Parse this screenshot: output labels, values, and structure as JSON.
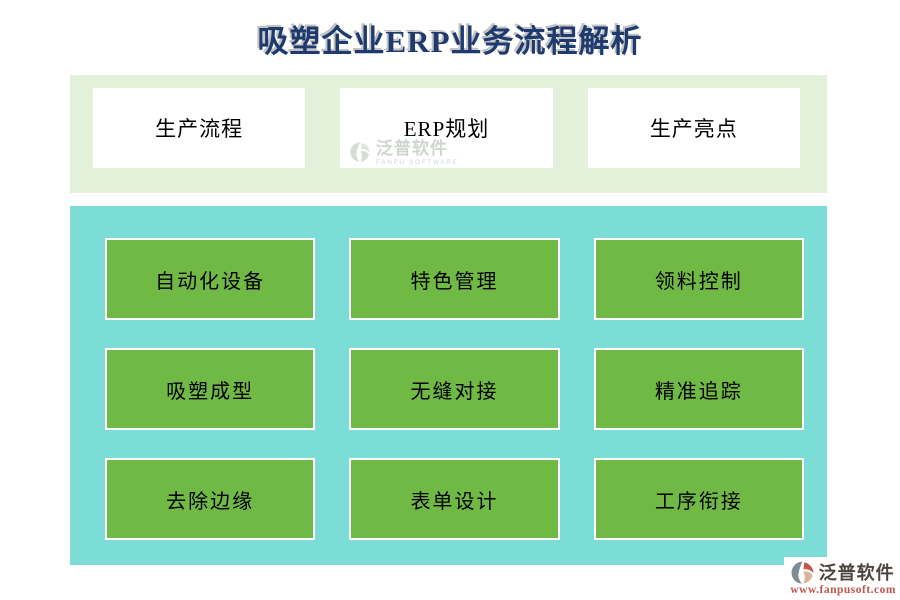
{
  "title": "吸塑企业ERP业务流程解析",
  "top_banner": {
    "items": [
      {
        "label": "生产流程"
      },
      {
        "label": "ERP规划"
      },
      {
        "label": "生产亮点"
      }
    ]
  },
  "watermark": {
    "name": "泛普软件",
    "subtitle": "FANPU SOFTWARE"
  },
  "main_grid": {
    "cells": [
      "自动化设备",
      "特色管理",
      "领料控制",
      "吸塑成型",
      "无缝对接",
      "精准追踪",
      "去除边缘",
      "表单设计",
      "工序衔接"
    ]
  },
  "footer_logo": {
    "name": "泛普软件",
    "url": "www.fanpusoft.com"
  },
  "colors": {
    "title_navy": "#1E3A6E",
    "banner_light_green": "#E3F0DA",
    "panel_teal": "#7CDCD6",
    "cell_green": "#6FB944",
    "footer_url_red": "#C1554B"
  }
}
